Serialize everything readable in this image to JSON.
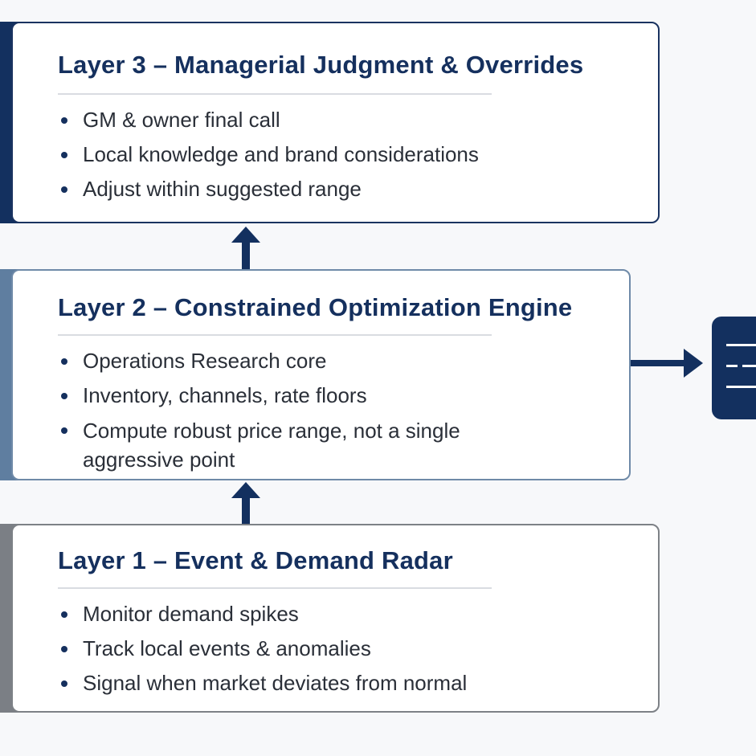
{
  "layers": [
    {
      "title": "Layer 3 – Managerial Judgment & Overrides",
      "bullets": [
        "GM & owner final call",
        "Local knowledge and brand considerations",
        "Adjust within suggested range"
      ]
    },
    {
      "title": "Layer 2 – Constrained Optimization Engine",
      "bullets": [
        "Operations Research core",
        "Inventory, channels, rate floors",
        "Compute robust price range, not a single aggressive point"
      ]
    },
    {
      "title": "Layer 1 – Event & Demand Radar",
      "bullets": [
        "Monitor demand spikes",
        "Track local events & anomalies",
        "Signal when market deviates from normal"
      ]
    }
  ],
  "colors": {
    "navy": "#13305f",
    "steel": "#5f7ea0",
    "gray": "#7b7f85"
  },
  "icons": [
    "arrow-up-icon",
    "arrow-right-icon",
    "document-icon"
  ]
}
